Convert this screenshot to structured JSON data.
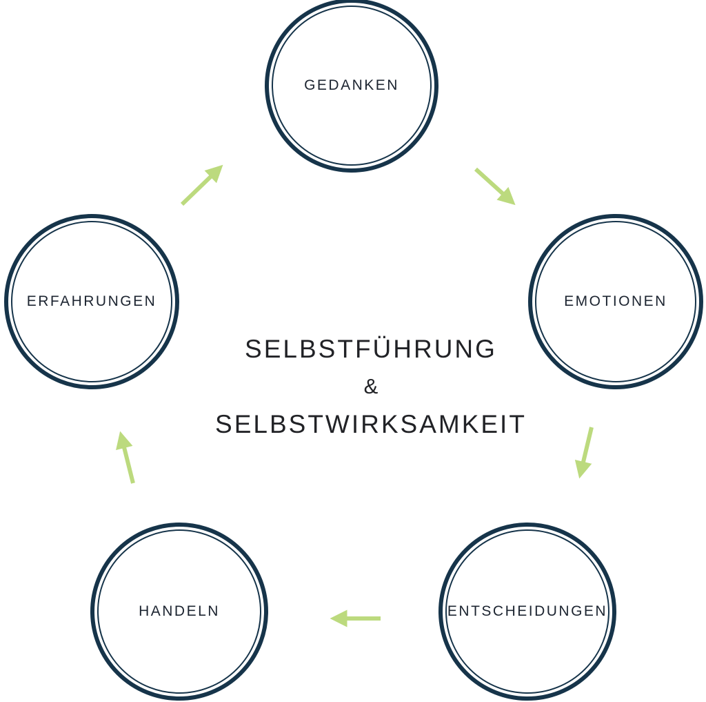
{
  "center": {
    "line1": "SELBSTFÜHRUNG",
    "line2": "&",
    "line3": "SELBSTWIRKSAMKEIT"
  },
  "nodes": [
    {
      "id": "gedanken",
      "label": "GEDANKEN"
    },
    {
      "id": "emotionen",
      "label": "EMOTIONEN"
    },
    {
      "id": "entscheidungen",
      "label": "ENTSCHEIDUNGEN"
    },
    {
      "id": "handeln",
      "label": "HANDELN"
    },
    {
      "id": "erfahrungen",
      "label": "ERFAHRUNGEN"
    }
  ],
  "edges": [
    {
      "from": "gedanken",
      "to": "emotionen"
    },
    {
      "from": "emotionen",
      "to": "entscheidungen"
    },
    {
      "from": "entscheidungen",
      "to": "handeln"
    },
    {
      "from": "handeln",
      "to": "erfahrungen"
    },
    {
      "from": "erfahrungen",
      "to": "gedanken"
    }
  ],
  "colors": {
    "circle_border": "#16344a",
    "arrow": "#bcda7e",
    "text": "#212226",
    "background": "#ffffff"
  }
}
